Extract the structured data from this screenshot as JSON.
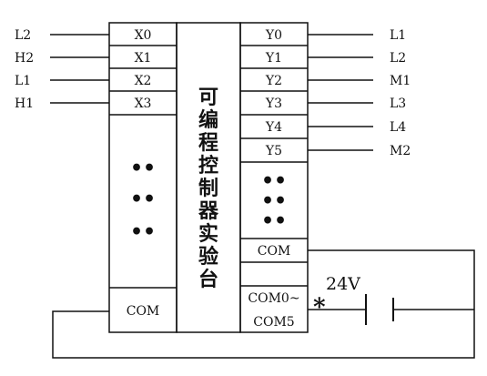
{
  "inputs": {
    "labels": [
      "L2",
      "H2",
      "L1",
      "H1"
    ],
    "ports": [
      "X0",
      "X1",
      "X2",
      "X3"
    ],
    "ellipsis": [
      "••",
      "••",
      "••"
    ],
    "com": "COM"
  },
  "controller": {
    "title": [
      "可",
      "编",
      "程",
      "控",
      "制",
      "器",
      "实",
      "验",
      "台"
    ]
  },
  "outputs": {
    "ports": [
      "Y0",
      "Y1",
      "Y2",
      "Y3",
      "Y4",
      "Y5"
    ],
    "labels": [
      "L1",
      "L2",
      "M1",
      "L3",
      "L4",
      "M2"
    ],
    "ellipsis": [
      "••",
      "••",
      "••"
    ],
    "com": "COM",
    "com_range": [
      "COM0~",
      "COM5"
    ]
  },
  "power": {
    "voltage": "24V",
    "marker": "*"
  }
}
